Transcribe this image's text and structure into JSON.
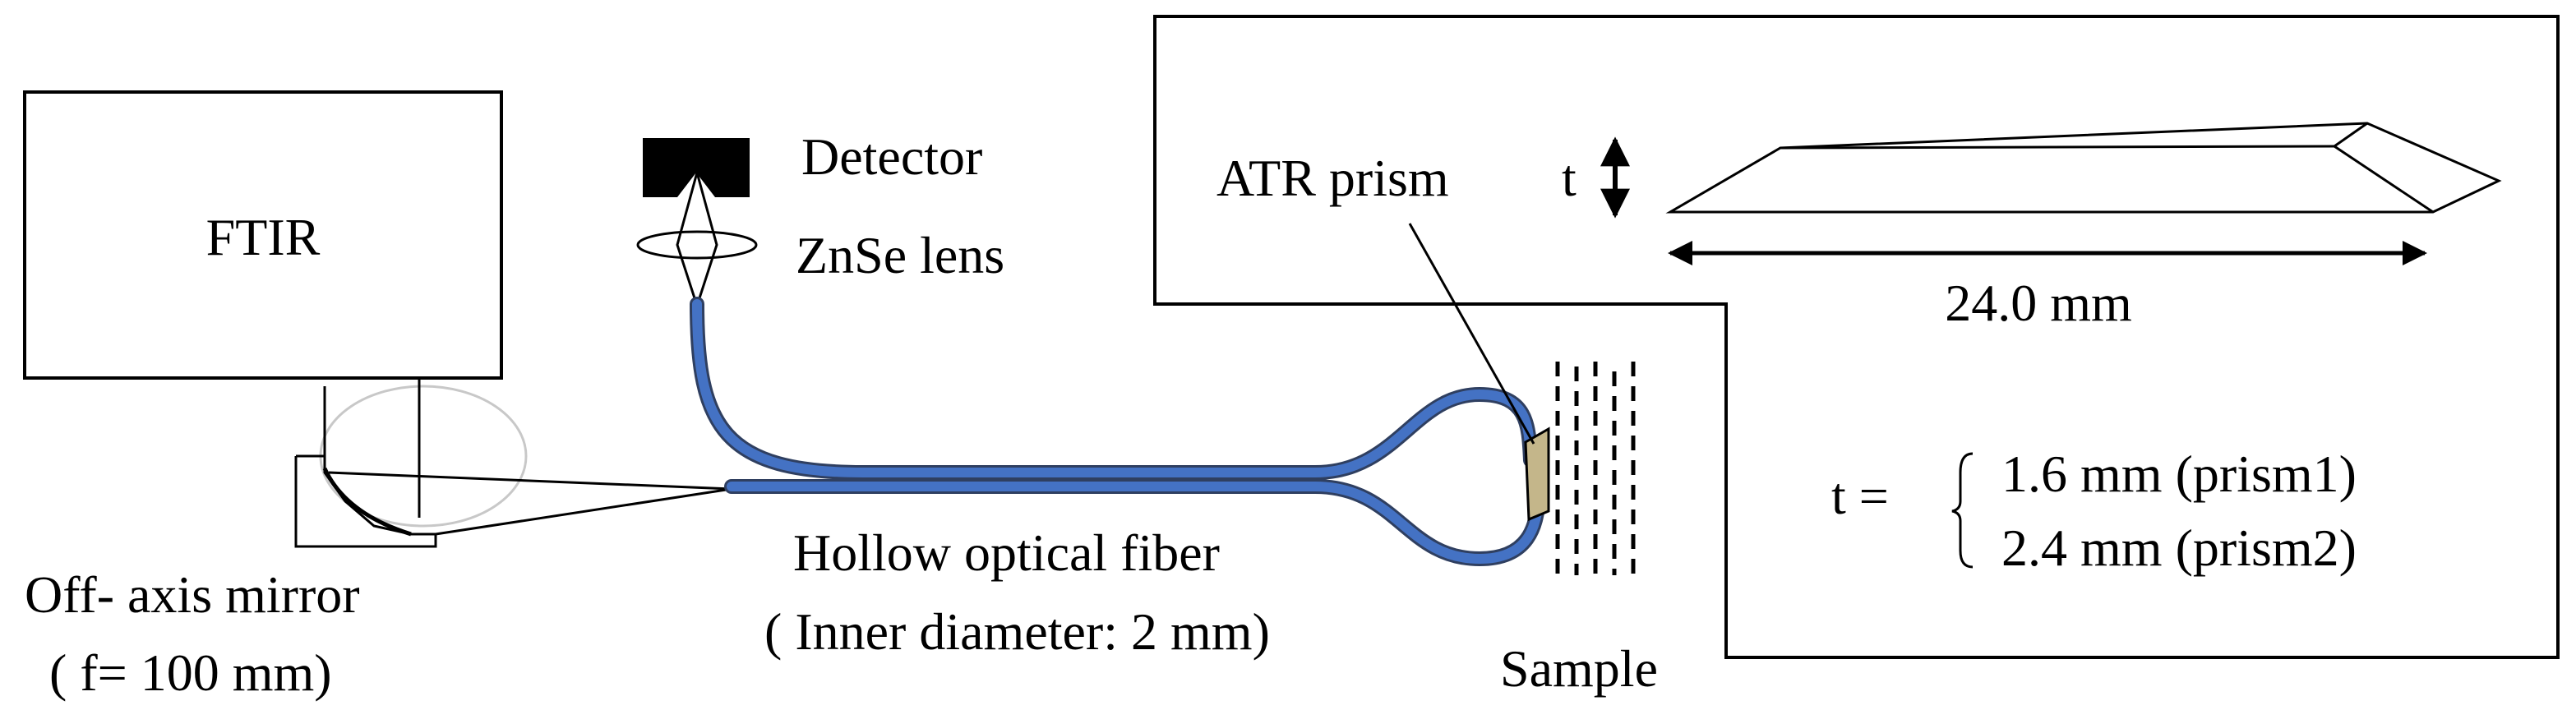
{
  "labels": {
    "ftir": "FTIR",
    "detector": "Detector",
    "lens": "ZnSe  lens",
    "atr_prism": "ATR prism",
    "thickness_symbol": "t",
    "prism_length": "24.0 mm",
    "t_equals": "t =",
    "prism1_spec": "1.6 mm (prism1)",
    "prism2_spec": "2.4 mm (prism2)",
    "mirror_line1": "Off- axis mirror",
    "mirror_line2": "( f= 100 mm)",
    "fiber_line1": "Hollow optical fiber",
    "fiber_line2": "( Inner diameter: 2 mm)",
    "sample": "Sample"
  },
  "colors": {
    "fiber": "#4472c4",
    "prism_fill": "#c4b68a",
    "stroke": "#000000",
    "guide_circle": "#c8c8c8"
  }
}
